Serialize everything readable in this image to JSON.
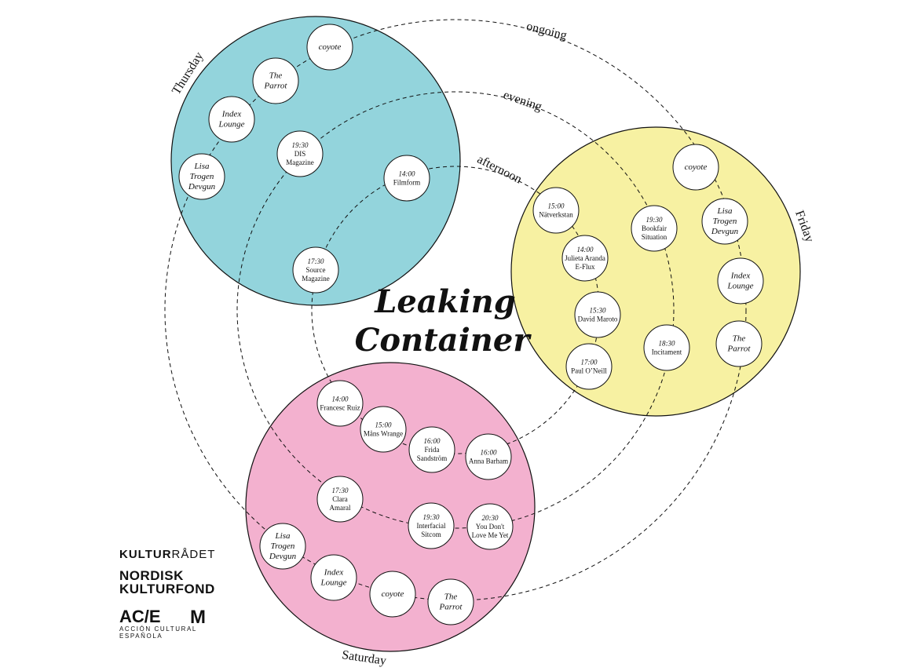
{
  "title": {
    "line1": "Leaking",
    "line2": "Container"
  },
  "rings": {
    "outer": "ongoing",
    "middle": "evening",
    "inner": "afternoon"
  },
  "days": {
    "thursday": "Thursday",
    "friday": "Friday",
    "saturday": "Saturday"
  },
  "colors": {
    "thursday": "#93d4dc",
    "friday": "#f7f1a2",
    "saturday": "#f3b1cf"
  },
  "nodes": [
    {
      "id": "thu-coyote",
      "time": "",
      "lines": [
        "coyote"
      ],
      "italic": true
    },
    {
      "id": "thu-parrot",
      "time": "",
      "lines": [
        "The",
        "Parrot"
      ],
      "italic": true
    },
    {
      "id": "thu-index",
      "time": "",
      "lines": [
        "Index",
        "Lounge"
      ],
      "italic": true
    },
    {
      "id": "thu-lisa",
      "time": "",
      "lines": [
        "Lisa",
        "Trogen",
        "Devgun"
      ],
      "italic": true
    },
    {
      "id": "thu-dis",
      "time": "19:30",
      "lines": [
        "DIS",
        "Magazine"
      ],
      "italic": false
    },
    {
      "id": "thu-filmform",
      "time": "14:00",
      "lines": [
        "Filmform"
      ],
      "italic": false
    },
    {
      "id": "thu-source",
      "time": "17:30",
      "lines": [
        "Source",
        "Magazine"
      ],
      "italic": false
    },
    {
      "id": "fri-coyote",
      "time": "",
      "lines": [
        "coyote"
      ],
      "italic": true
    },
    {
      "id": "fri-lisa",
      "time": "",
      "lines": [
        "Lisa",
        "Trogen",
        "Devgun"
      ],
      "italic": true
    },
    {
      "id": "fri-index",
      "time": "",
      "lines": [
        "Index",
        "Lounge"
      ],
      "italic": true
    },
    {
      "id": "fri-parrot",
      "time": "",
      "lines": [
        "The",
        "Parrot"
      ],
      "italic": true
    },
    {
      "id": "fri-natverkstan",
      "time": "15:00",
      "lines": [
        "Nätverkstan"
      ],
      "italic": false
    },
    {
      "id": "fri-bookfair",
      "time": "19:30",
      "lines": [
        "Bookfair",
        "Situation"
      ],
      "italic": false
    },
    {
      "id": "fri-julieta",
      "time": "14:00",
      "lines": [
        "Julieta Aranda",
        "E-Flux"
      ],
      "italic": false
    },
    {
      "id": "fri-maroto",
      "time": "15:30",
      "lines": [
        "David Maroto"
      ],
      "italic": false
    },
    {
      "id": "fri-incitament",
      "time": "18:30",
      "lines": [
        "Incitament"
      ],
      "italic": false
    },
    {
      "id": "fri-oneill",
      "time": "17:00",
      "lines": [
        "Paul O’Neill"
      ],
      "italic": false
    },
    {
      "id": "sat-ruiz",
      "time": "14:00",
      "lines": [
        "Francesc Ruiz"
      ],
      "italic": false
    },
    {
      "id": "sat-wrange",
      "time": "15:00",
      "lines": [
        "Måns Wrange"
      ],
      "italic": false
    },
    {
      "id": "sat-frida",
      "time": "16:00",
      "lines": [
        "Frida",
        "Sandström"
      ],
      "italic": false
    },
    {
      "id": "sat-barham",
      "time": "16:00",
      "lines": [
        "Anna Barham"
      ],
      "italic": false
    },
    {
      "id": "sat-clara",
      "time": "17:30",
      "lines": [
        "Clara",
        "Amaral"
      ],
      "italic": false
    },
    {
      "id": "sat-interfacial",
      "time": "19:30",
      "lines": [
        "Interfacial",
        "Sitcom"
      ],
      "italic": false
    },
    {
      "id": "sat-youdont",
      "time": "20:30",
      "lines": [
        "You Don't",
        "Love Me Yet"
      ],
      "italic": false
    },
    {
      "id": "sat-lisa",
      "time": "",
      "lines": [
        "Lisa",
        "Trogen",
        "Devgun"
      ],
      "italic": true
    },
    {
      "id": "sat-index",
      "time": "",
      "lines": [
        "Index",
        "Lounge"
      ],
      "italic": true
    },
    {
      "id": "sat-coyote",
      "time": "",
      "lines": [
        "coyote"
      ],
      "italic": true
    },
    {
      "id": "sat-parrot",
      "time": "",
      "lines": [
        "The",
        "Parrot"
      ],
      "italic": true
    }
  ],
  "logos": {
    "kulturradet_bold": "KULTUR",
    "kulturradet_light": "RÅDET",
    "nordisk_line1": "NORDISK",
    "nordisk_line2": "KULTURFOND",
    "ace_big": "AC/E",
    "ace_line1": "ACCIÓN CULTURAL",
    "ace_line2": "ESPAÑOLA",
    "m_big": "M"
  }
}
